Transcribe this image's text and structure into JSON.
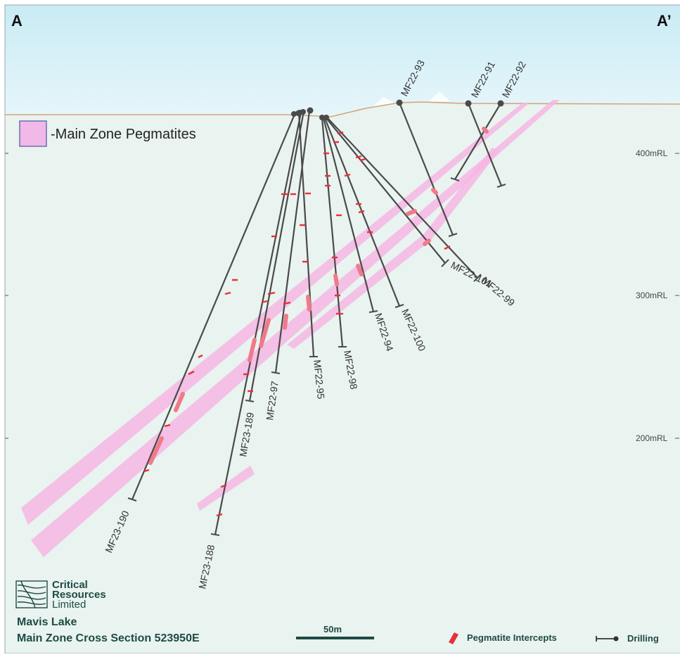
{
  "section": {
    "left_label": "A",
    "right_label": "A’"
  },
  "legend": {
    "zone_label": "-Main Zone Pegmatites",
    "intercepts_label": "Pegmatite Intercepts",
    "drilling_label": "Drilling"
  },
  "elevation_ticks": [
    "400mRL",
    "300mRL",
    "200mRL"
  ],
  "scale_bar": {
    "label": "50m"
  },
  "company": {
    "line1": "Critical",
    "line2": "Resources",
    "line3": "Limited"
  },
  "footer": {
    "title": "Mavis Lake",
    "subtitle": "Main Zone Cross Section 523950E"
  },
  "colors": {
    "sky": "#d7f0f6",
    "ground": "#e9f3ef",
    "topography": "#d8a27a",
    "pegmatite_zone": "#f6b6e3",
    "intercept": "#e8303a",
    "drill_hole": "#4a4a4a"
  },
  "drill_holes": [
    {
      "id": "MF22-93"
    },
    {
      "id": "MF22-91"
    },
    {
      "id": "MF22-92"
    },
    {
      "id": "MF22-101"
    },
    {
      "id": "MF22-99"
    },
    {
      "id": "MF22-100"
    },
    {
      "id": "MF22-94"
    },
    {
      "id": "MF22-98"
    },
    {
      "id": "MF22-95"
    },
    {
      "id": "MF22-97"
    },
    {
      "id": "MF23-189"
    },
    {
      "id": "MF23-190"
    },
    {
      "id": "MF23-188"
    }
  ]
}
